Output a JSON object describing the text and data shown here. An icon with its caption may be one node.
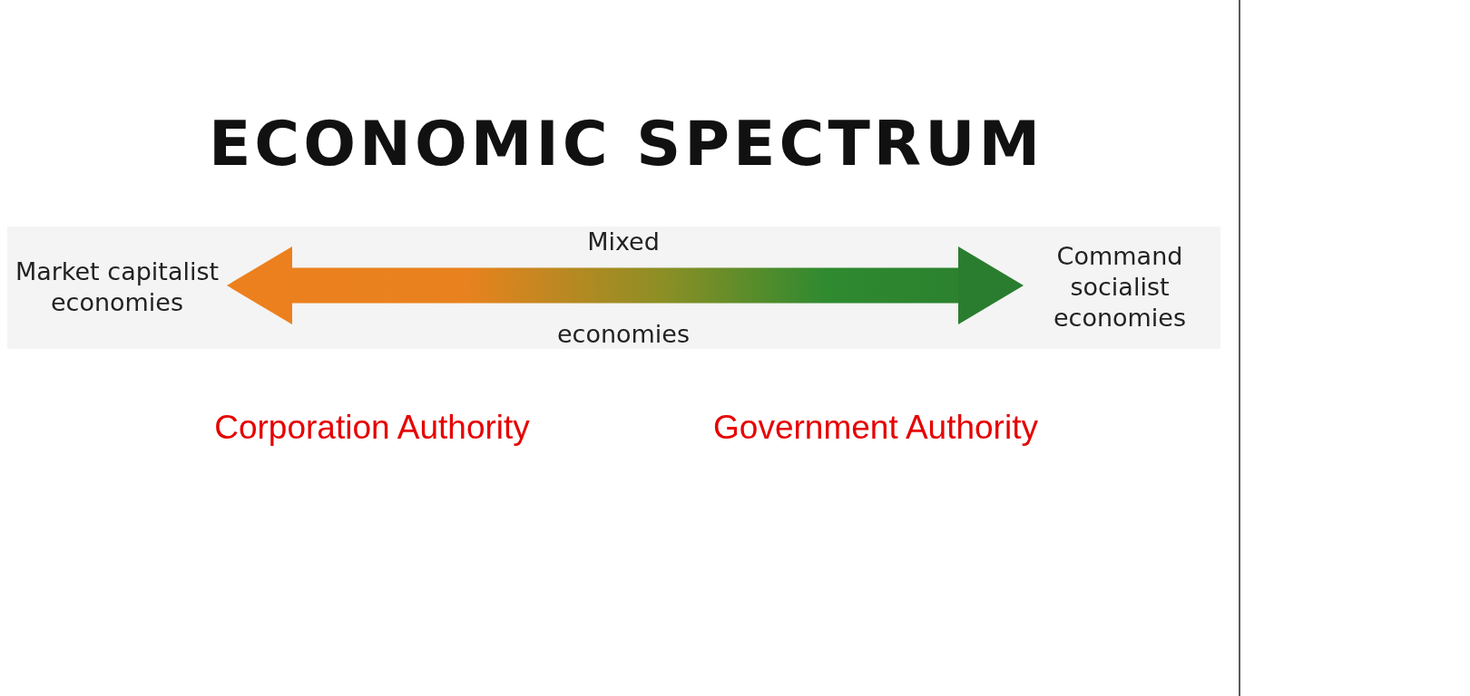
{
  "diagram": {
    "title": "ECONOMIC SPECTRUM",
    "nodes": [
      {
        "text": [
          "Market capitalist economies"
        ]
      },
      {
        "text": [
          "Command socialist economies"
        ]
      }
    ],
    "edges": [
      {
        "from": 0,
        "to": 1,
        "arrow": "both"
      }
    ],
    "labels": [
      "Mixed",
      "economies",
      "Corporation Authority",
      "Government Authority"
    ]
  }
}
